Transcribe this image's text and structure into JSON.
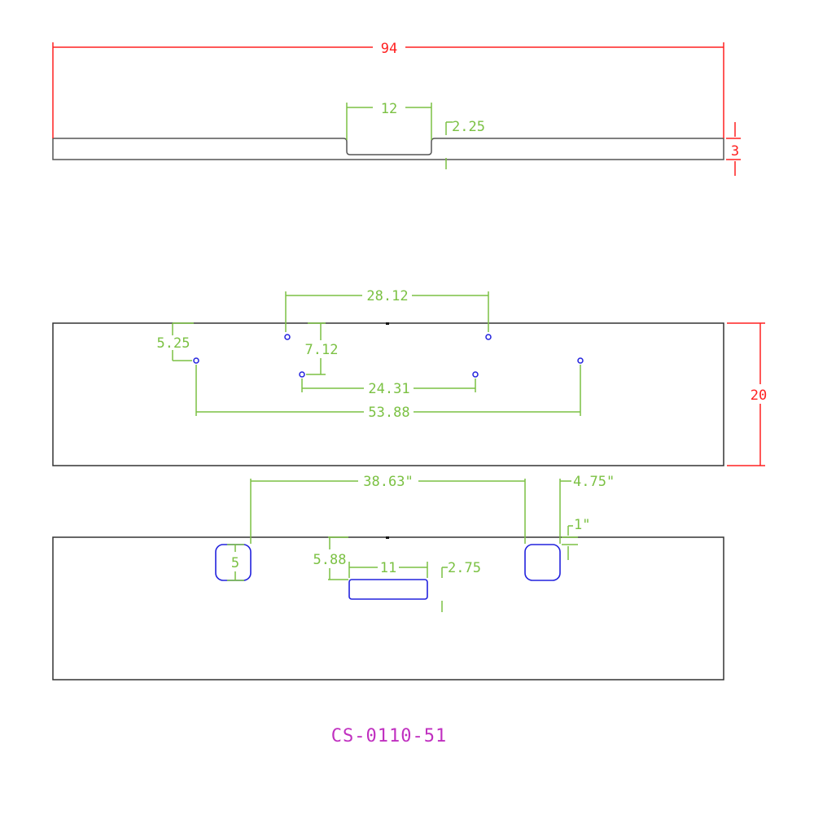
{
  "colors": {
    "outline": "#333333",
    "dimension_red": "#ff2020",
    "dimension_green": "#7bc143",
    "holes_blue": "#2222dd",
    "part_number": "#c030c0",
    "background": "#ffffff"
  },
  "side_view": {
    "overall_length": "94",
    "notch_width": "12",
    "notch_depth": "2.25",
    "thickness": "3"
  },
  "top_view": {
    "outer_hole_spacing": "53.88",
    "upper_hole_spacing": "28.12",
    "inner_hole_spacing": "24.31",
    "outer_hole_offset": "5.25",
    "inner_hole_offset": "7.12",
    "height": "20"
  },
  "bottom_view": {
    "cutout_spacing": "38.63\"",
    "cutout_width": "4.75\"",
    "cutout_offset": "1\"",
    "cutout_height": "5",
    "slot_offset": "5.88",
    "slot_length": "11",
    "slot_height": "2.75"
  },
  "part_number": "CS-0110-51"
}
